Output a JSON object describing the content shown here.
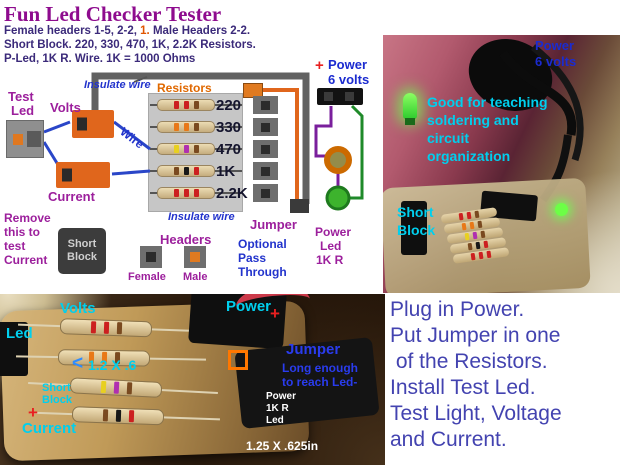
{
  "colors": {
    "title": "#8e0b8e",
    "subtitle": "#3b2a7a",
    "accent_orange": "#e06800",
    "label_purple": "#9c1f9c",
    "label_blue": "#2233cc",
    "overlay_cyan": "#00cfee",
    "power_blue": "#1b2bd0",
    "plus_red": "#e82020",
    "instructions_blue": "#4343b0"
  },
  "header": {
    "title": "Fun Led Checker Tester",
    "line1_a": "Female headers 1-5, 2-2, ",
    "line1_b": "1.",
    "line1_c": " Male Headers 2-2.",
    "line2": "Short Block. 220, 330, 470, 1K, 2.2K  Resistors.",
    "line3": "P-Led, 1K R. Wire. 1K = 1000 Ohms"
  },
  "diagram": {
    "test_led_1": "Test",
    "test_led_2": "Led",
    "volts": "Volts",
    "current": "Current",
    "wire": "Wire",
    "insulate_wire_top": "Insulate wire",
    "insulate_wire_bottom": "Insulate wire",
    "resistors_title": "Resistors",
    "resistors": [
      {
        "value": "220",
        "bands": [
          "#cc2020",
          "#cc2020",
          "#7a4a20"
        ]
      },
      {
        "value": "330",
        "bands": [
          "#e87818",
          "#e87818",
          "#7a4a20"
        ]
      },
      {
        "value": "470",
        "bands": [
          "#e8d020",
          "#b030b0",
          "#7a4a20"
        ]
      },
      {
        "value": "1K",
        "bands": [
          "#7a4a20",
          "#181818",
          "#cc2020"
        ]
      },
      {
        "value": "2.2K",
        "bands": [
          "#cc2020",
          "#cc2020",
          "#cc2020"
        ]
      }
    ],
    "power_plus": "+",
    "power_1": "Power",
    "power_2": "6 volts",
    "jumper": "Jumper",
    "power_led_1": "Power",
    "power_led_2": "Led",
    "power_led_3": "1K R",
    "remove_1": "Remove",
    "remove_2": "this to",
    "remove_3": "test",
    "remove_4": "Current",
    "short_block_1": "Short",
    "short_block_2": "Block",
    "headers_title": "Headers",
    "female": "Female",
    "male": "Male",
    "optional_1": "Optional",
    "optional_2": "Pass",
    "optional_3": "Through"
  },
  "photo_top": {
    "power_1": "Power",
    "power_2": "6 volts",
    "note_1": "Good for teaching",
    "note_2": "soldering and",
    "note_3": "circuit",
    "note_4": "organization",
    "short_1": "Short",
    "short_2": "Block"
  },
  "photo_bottom": {
    "volts": "Volts",
    "led": "Led",
    "power": "Power",
    "plus_top": "+",
    "plus_left": "+",
    "dim_arrow": "<",
    "dim": "1.2 X .6",
    "short_1": "Short",
    "short_2": "Block",
    "current": "Current",
    "jumper_1": "Jumper",
    "jumper_2": "Long enough",
    "jumper_3": "to reach Led-",
    "power_led_1": "Power",
    "power_led_2": "1K R",
    "power_led_3": "Led",
    "size": "1.25 X .625in"
  },
  "instructions": {
    "lines": [
      "Plug in Power.",
      "Put Jumper in one",
      " of the Resistors.",
      "Install Test Led.",
      "Test Light, Voltage",
      "and Current."
    ]
  }
}
